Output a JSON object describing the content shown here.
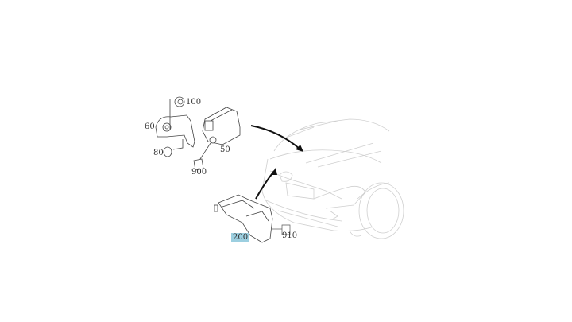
{
  "diagram": {
    "type": "exploded-parts-diagram",
    "subject": "front radar / distance sensor assembly on vehicle front",
    "callouts": [
      {
        "id": "c100",
        "label": "100",
        "part": "nut"
      },
      {
        "id": "c60",
        "label": "60",
        "part": "bracket"
      },
      {
        "id": "c80",
        "label": "80",
        "part": "nut"
      },
      {
        "id": "c50",
        "label": "50",
        "part": "sensor module"
      },
      {
        "id": "c900",
        "label": "900",
        "part": "connector"
      },
      {
        "id": "c200",
        "label": "200",
        "part": "mounting bracket",
        "highlighted": true
      },
      {
        "id": "c910",
        "label": "910",
        "part": "connector"
      }
    ],
    "highlight_color": "#9ccfe0",
    "arrow_color": "#111111",
    "line_color": "#555555",
    "car_line_color": "#c8c8c8"
  }
}
